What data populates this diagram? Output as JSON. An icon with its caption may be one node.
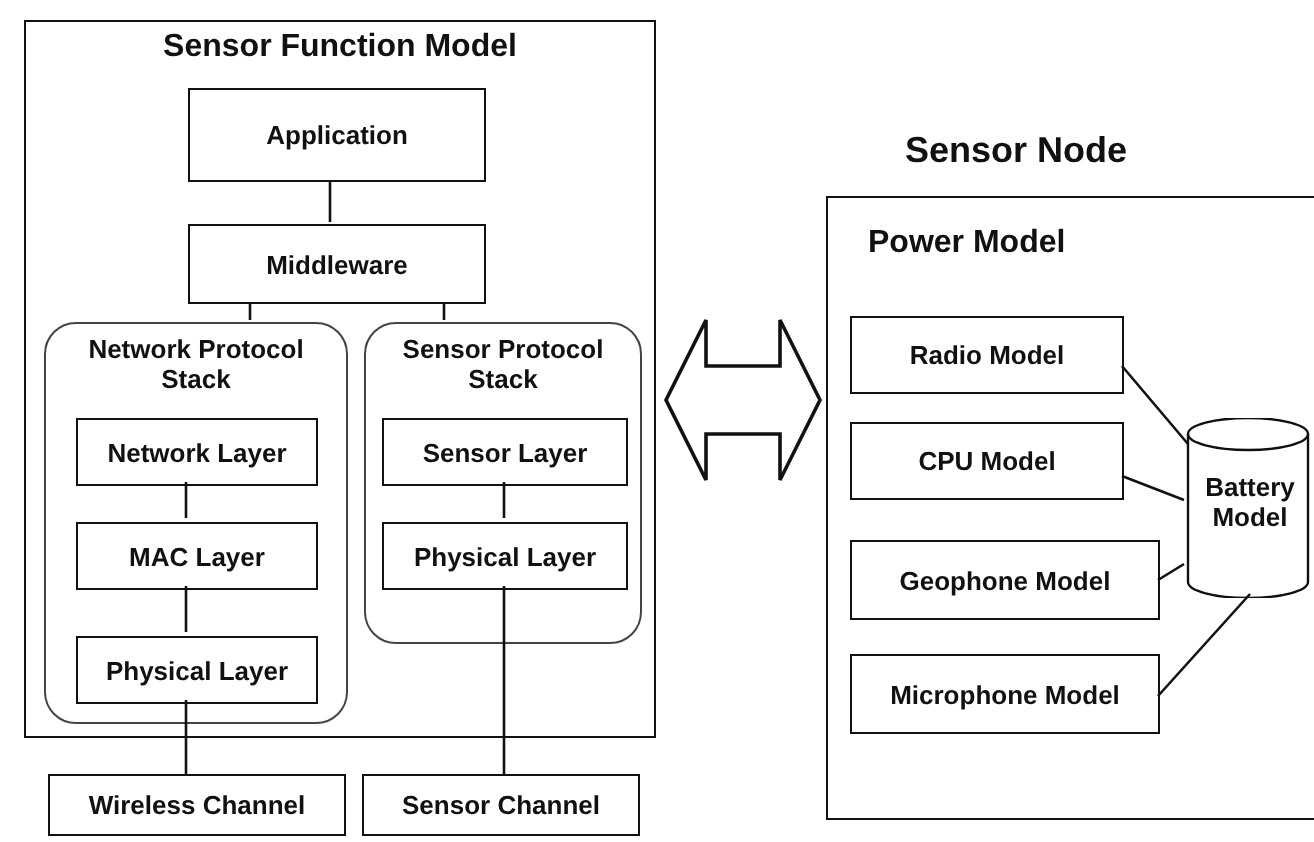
{
  "diagram": {
    "nodes": [
      {
        "text": [
          "Sensor Function Model"
        ]
      },
      {
        "text": [
          "Application"
        ],
        "in": 0
      },
      {
        "text": [
          "Middleware"
        ],
        "in": 0
      },
      {
        "text": [
          "Network Protocol Stack"
        ],
        "in": 0
      },
      {
        "text": [
          "Network Layer"
        ],
        "in": 3
      },
      {
        "text": [
          "MAC Layer"
        ],
        "in": 3
      },
      {
        "text": [
          "Physical Layer"
        ],
        "in": 3
      },
      {
        "text": [
          "Sensor Protocol Stack"
        ],
        "in": 0
      },
      {
        "text": [
          "Sensor Layer"
        ],
        "in": 7
      },
      {
        "text": [
          "Physical Layer"
        ],
        "in": 7
      },
      {
        "text": [
          "Wireless Channel"
        ]
      },
      {
        "text": [
          "Sensor Channel"
        ]
      },
      {
        "text": [
          "Sensor Node",
          "Power Model"
        ]
      },
      {
        "text": [
          "Radio Model"
        ],
        "in": 12
      },
      {
        "text": [
          "CPU Model"
        ],
        "in": 12
      },
      {
        "text": [
          "Geophone Model"
        ],
        "in": 12
      },
      {
        "text": [
          "Microphone Model"
        ],
        "in": 12
      },
      {
        "text": [
          "Battery Model"
        ],
        "in": 12
      }
    ],
    "edges": [
      {
        "from": 1,
        "to": 2,
        "arrow": "none"
      },
      {
        "from": 2,
        "to": 3,
        "arrow": "none"
      },
      {
        "from": 2,
        "to": 7,
        "arrow": "none"
      },
      {
        "from": 4,
        "to": 5,
        "arrow": "none"
      },
      {
        "from": 5,
        "to": 6,
        "arrow": "none"
      },
      {
        "from": 6,
        "to": 10,
        "arrow": "none"
      },
      {
        "from": 8,
        "to": 9,
        "arrow": "none"
      },
      {
        "from": 9,
        "to": 11,
        "arrow": "none"
      },
      {
        "from": 13,
        "to": 17,
        "arrow": "none"
      },
      {
        "from": 14,
        "to": 17,
        "arrow": "none"
      },
      {
        "from": 15,
        "to": 17,
        "arrow": "none"
      },
      {
        "from": 16,
        "to": 17,
        "arrow": "none"
      },
      {
        "from": 0,
        "to": 12,
        "arrow": "both",
        "style": "thick"
      }
    ]
  }
}
